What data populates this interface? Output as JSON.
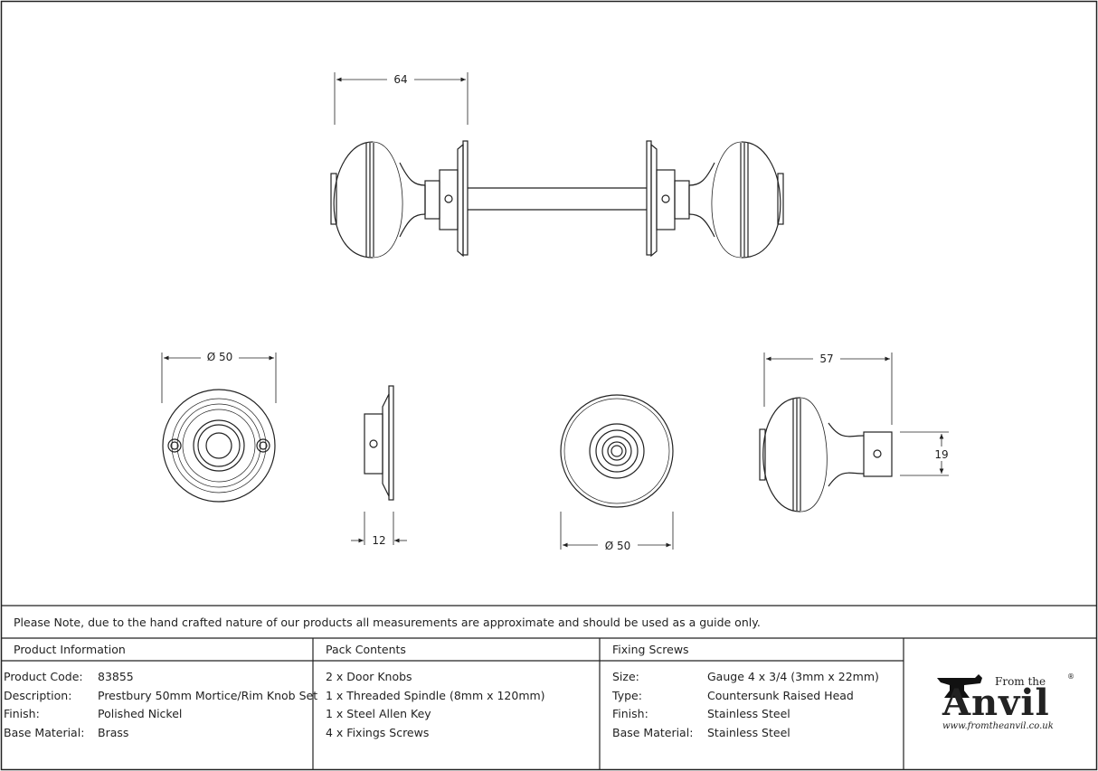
{
  "dimensions": {
    "top_width": "64",
    "rose_diameter_front": "Ø 50",
    "rose_depth": "12",
    "rose_diameter_back": "Ø 50",
    "knob_length": "57",
    "neck_diameter": "19"
  },
  "note": "Please Note, due to the hand crafted nature of our products all measurements are approximate and should be used as a guide only.",
  "product_info": {
    "heading": "Product Information",
    "rows": [
      {
        "label": "Product Code:",
        "value": "83855"
      },
      {
        "label": "Description:",
        "value": "Prestbury 50mm Mortice/Rim Knob Set"
      },
      {
        "label": "Finish:",
        "value": "Polished Nickel"
      },
      {
        "label": "Base Material:",
        "value": "Brass"
      }
    ]
  },
  "pack_contents": {
    "heading": "Pack Contents",
    "items": [
      "2 x Door Knobs",
      "1 x Threaded Spindle (8mm x 120mm)",
      "1 x Steel Allen Key",
      "4 x Fixings Screws"
    ]
  },
  "fixing_screws": {
    "heading": "Fixing Screws",
    "rows": [
      {
        "label": "Size:",
        "value": "Gauge 4 x 3/4 (3mm x 22mm)"
      },
      {
        "label": "Type:",
        "value": "Countersunk Raised Head"
      },
      {
        "label": "Finish:",
        "value": "Stainless Steel"
      },
      {
        "label": "Base Material:",
        "value": "Stainless Steel"
      }
    ]
  },
  "logo": {
    "from_the": "From the",
    "registered": "®",
    "brand": "Anvil",
    "url": "www.fromtheanvil.co.uk"
  },
  "colors": {
    "line": "#222222",
    "background": "#ffffff"
  }
}
